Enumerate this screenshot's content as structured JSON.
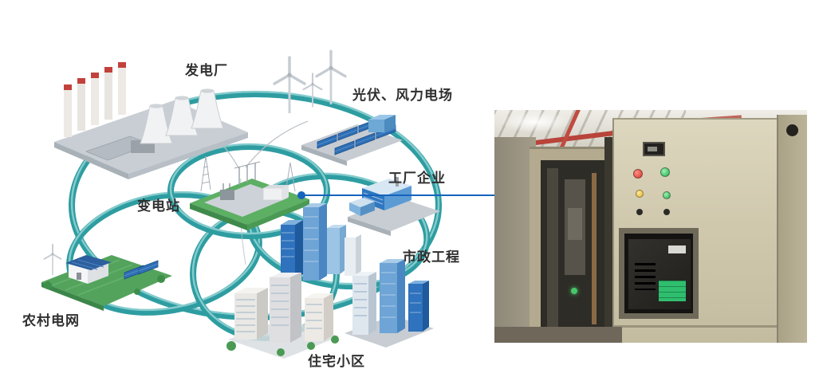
{
  "diagram": {
    "nodes": {
      "power_plant": {
        "label": "发电厂"
      },
      "solar_wind": {
        "label": "光伏、风力电场"
      },
      "factory": {
        "label": "工厂企业"
      },
      "substation": {
        "label": "变电站"
      },
      "municipal": {
        "label": "市政工程"
      },
      "rural_grid": {
        "label": "农村电网"
      },
      "residential": {
        "label": "住宅小区"
      }
    }
  },
  "colors": {
    "ring": "#2E9DA1",
    "ring_highlight": "#8FD0D2",
    "connector": "#1663BE",
    "label_text": "#2F2F2F"
  }
}
